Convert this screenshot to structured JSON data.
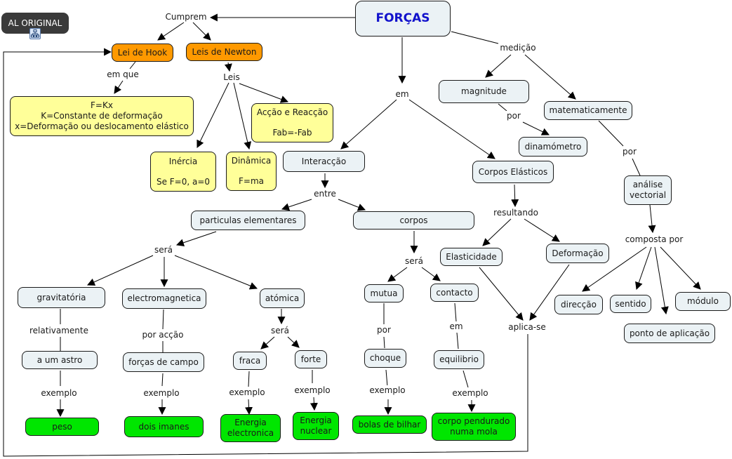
{
  "map": {
    "link_button": {
      "label": "AL ORIGINAL",
      "icon": "concept-map-link-icon"
    },
    "root": "FORÇAS",
    "nodes": {
      "lei_hook": "Lei de Hook",
      "leis_newton": "Leis de Newton",
      "hook_formula": [
        "F=Kx",
        "K=Constante de deformação",
        "x=Deformação ou deslocamento elástico"
      ],
      "accao_reaccao": [
        "Acção e Reacção",
        "Fab=-Fab"
      ],
      "inercia": [
        "Inércia",
        "Se F=0, a=0"
      ],
      "dinamica": [
        "Dinâmica",
        "F=ma"
      ],
      "interaccao": "Interacção",
      "particulas": "particulas elementares",
      "corpos": "corpos",
      "gravitatoria": "gravitatória",
      "electromagnetica": "electromagnetica",
      "atomica": "atómica",
      "astro": "a um astro",
      "forcas_campo": "forças de campo",
      "fraca": "fraca",
      "forte": "forte",
      "peso": "peso",
      "dois_imanes": "dois imanes",
      "energia_electronica": [
        "Energia",
        "electronica"
      ],
      "energia_nuclear": [
        "Energia",
        "nuclear"
      ],
      "mutua": "mutua",
      "contacto": "contacto",
      "choque": "choque",
      "equilibrio": "equilibrio",
      "bolas_bilhar": "bolas de bilhar",
      "corpo_pendurado": [
        "corpo pendurado",
        "numa mola"
      ],
      "magnitude": "magnitude",
      "matematicamente": "matematicamente",
      "dinamometro": "dinamómetro",
      "corpos_elasticos": "Corpos Elásticos",
      "analise_vectorial": [
        "análise",
        "vectorial"
      ],
      "elasticidade": "Elasticidade",
      "deformacao": "Deformação",
      "direccao": "direcção",
      "sentido": "sentido",
      "modulo": "módulo",
      "ponto_aplicacao": "ponto de aplicação"
    },
    "links": {
      "cumprem": "Cumprem",
      "em_que": "em que",
      "leis": "Leis",
      "em": "em",
      "medicao": "medição",
      "entre": "entre",
      "sera_1": "será",
      "sera_2": "será",
      "sera_3": "será",
      "relativamente": "relativamente",
      "por_accao": "por acção",
      "exemplo_1": "exemplo",
      "exemplo_2": "exemplo",
      "exemplo_3": "exemplo",
      "exemplo_4": "exemplo",
      "exemplo_5": "exemplo",
      "exemplo_6": "exemplo",
      "por_1": "por",
      "em_2": "em",
      "por_2": "por",
      "por_3": "por",
      "resultando": "resultando",
      "composta_por": "composta por",
      "aplica_se": "aplica-se"
    },
    "colors": {
      "concept": "#ebf2f5",
      "law": "#ff9900",
      "formula": "#ffff99",
      "example": "#00e600",
      "root_text": "#1212cc"
    }
  }
}
